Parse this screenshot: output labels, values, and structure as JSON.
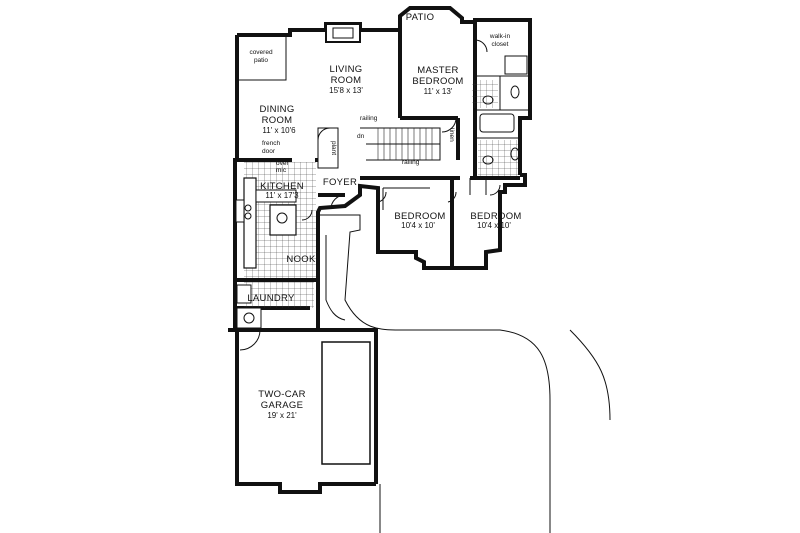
{
  "plan": {
    "rooms": [
      {
        "id": "living-room",
        "name_line1": "LIVING",
        "name_line2": "ROOM",
        "dims": "15'8 x 13'"
      },
      {
        "id": "master-bedroom",
        "name_line1": "MASTER",
        "name_line2": "BEDROOM",
        "dims": "11' x 13'"
      },
      {
        "id": "dining-room",
        "name_line1": "DINING",
        "name_line2": "ROOM",
        "dims": "11' x 10'6"
      },
      {
        "id": "kitchen",
        "name_line1": "KITCHEN",
        "dims": "11' x 17'3"
      },
      {
        "id": "bedroom-1",
        "name_line1": "BEDROOM",
        "dims": "10'4 x 10'"
      },
      {
        "id": "bedroom-2",
        "name_line1": "BEDROOM",
        "dims": "10'4 x 10'"
      },
      {
        "id": "garage",
        "name_line1": "TWO-CAR",
        "name_line2": "GARAGE",
        "dims": "19' x 21'"
      }
    ],
    "labels": {
      "patio": "PATIO",
      "covered_patio_1": "covered",
      "covered_patio_2": "patio",
      "walk_in_1": "walk-in",
      "walk_in_2": "closet",
      "foyer": "FOYER",
      "nook": "NOOK",
      "laundry": "LAUNDRY",
      "railing_1": "railing",
      "railing_2": "railing",
      "dn": "dn",
      "french_door_1": "french",
      "french_door_2": "door",
      "over_mic_1": "over",
      "over_mic_2": "mic",
      "linen": "linen",
      "plant_shelf": "plant"
    }
  }
}
